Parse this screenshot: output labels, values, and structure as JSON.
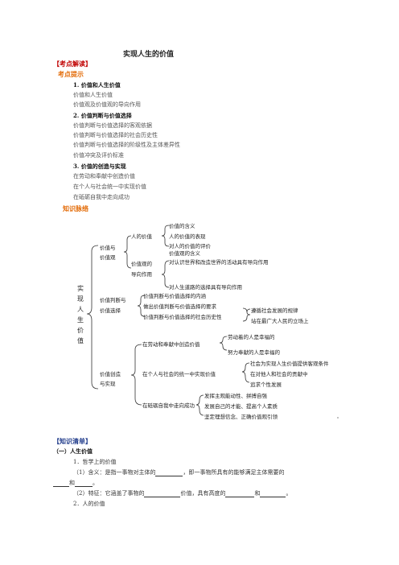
{
  "title": "实现人生的价值",
  "section_kaodian": "【考点解读】",
  "kaodian_tishi": "考点提示",
  "points": [
    {
      "heading": "1. 价值和人生价值",
      "items": [
        "价值和人生价值",
        "价值观及价值观的导向作用"
      ]
    },
    {
      "heading": "2. 价值判断与价值选择",
      "items": [
        "价值判断与价值选择的客观依据",
        "价值判断与价值选择的社会历史性",
        "价值判断与价值选择的阶级性及主体差异性",
        "价值冲突及评价标准"
      ]
    },
    {
      "heading": "3. 价值的创造与实现",
      "items": [
        "在劳动和奉献中创造价值",
        "在个人与社会统一中实现价值",
        "在砥砺自我中走向成功"
      ]
    }
  ],
  "zhishi_mailuo": "知识脉络",
  "mindmap": {
    "root": "实现人生价值",
    "b1": {
      "label1": "价值与",
      "label2": "价值观",
      "rensheng": "人的价值",
      "r_items": [
        "价值的含义",
        "人的价值的表现",
        "对人的价值的评价"
      ],
      "jiazhiguan_han": "价值观的含义",
      "guan1": "价值观的",
      "guan2": "导向作用",
      "g_items": [
        "对认识世界和改造世界的活动具有导向作用",
        "对人生道路的选择具有导向作用"
      ]
    },
    "b2": {
      "label1": "价值判断与",
      "label2": "价值选择",
      "items": [
        "价值判断与价值选择的内涵",
        "做出价值判断与价值选择的要求",
        "价值判断与价值选择的社会历史性"
      ],
      "right": [
        "遵循社会发展的规律",
        "站在最广大人民的立场上"
      ]
    },
    "b3": {
      "label1": "价值创造",
      "label2": "与实现",
      "c1": "在劳动和奉献中创造价值",
      "c1_items": [
        "劳动着的人是幸福的",
        "努力奉献的人是幸福的"
      ],
      "c2": "在个人与社会的统一中实现价值",
      "c2_items": [
        "社会为实现人生价值提供客观条件",
        "在对他人和社会的贡献中",
        "追求个性发展"
      ],
      "c3": "在砥砺自我中走向成功",
      "c3_items": [
        "发挥主观能动性、拼搏自强",
        "发展自己的才能、提高个人素质",
        "坚定理想信念、正确价值观引领"
      ]
    }
  },
  "section_qingdan": "【知识清单】",
  "sub1": "（一）人生价值",
  "l1": "1．哲学上的价值",
  "l2a": "（1）含义：是指一事物对主体的",
  "l2b": "，即一事物所具有的能够满足主体需要的",
  "l3a": "和",
  "l3b": "。",
  "l4a": "（2）特征：它涵盖了事物的",
  "l4b": "价值，具有高度的",
  "l4c": "和",
  "l4d": "。",
  "l5": "2．人的价值"
}
